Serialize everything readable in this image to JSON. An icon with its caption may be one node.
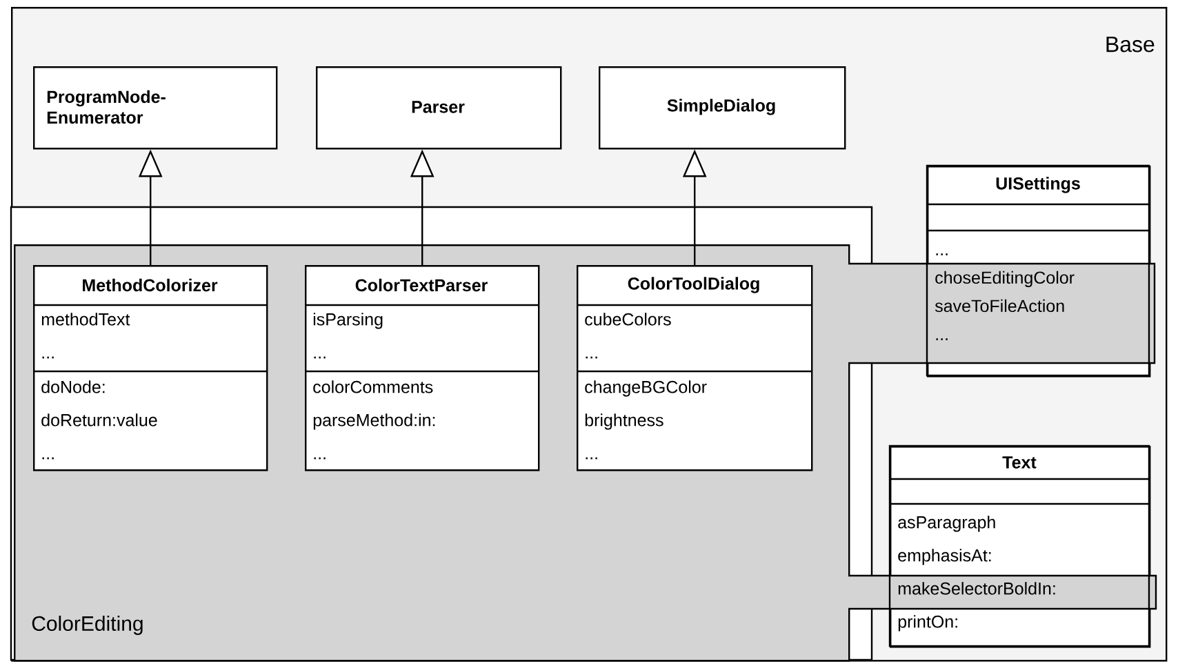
{
  "diagram": {
    "nodes": [
      {
        "text": [
          "Base"
        ]
      },
      {
        "text": [
          "ProgramNode- Enumerator"
        ],
        "in": 0
      },
      {
        "text": [
          "Parser"
        ],
        "in": 0
      },
      {
        "text": [
          "SimpleDialog"
        ],
        "in": 0
      },
      {
        "text": [
          "UISettings",
          "... choseEditingColor saveToFileAction ..."
        ],
        "in": 0
      },
      {
        "text": [
          "Text",
          "asParagraph emphasisAt: makeSelectorBoldIn: printOn:"
        ],
        "in": 0
      },
      {
        "text": [
          "ColorEditing"
        ],
        "in": 0
      },
      {
        "text": [
          "MethodColorizer",
          "methodText ...",
          "doNode: doReturn:value ..."
        ],
        "in": 6
      },
      {
        "text": [
          "ColorTextParser",
          "isParsing ...",
          "colorComments parseMethod:in: ..."
        ],
        "in": 6
      },
      {
        "text": [
          "ColorToolDialog",
          "cubeColors ...",
          "changeBGColor brightness ..."
        ],
        "in": 6
      }
    ],
    "edges": [
      {
        "from": 7,
        "to": 1,
        "arrow": "to"
      },
      {
        "from": 8,
        "to": 2,
        "arrow": "to"
      },
      {
        "from": 9,
        "to": 3,
        "arrow": "to"
      }
    ]
  }
}
